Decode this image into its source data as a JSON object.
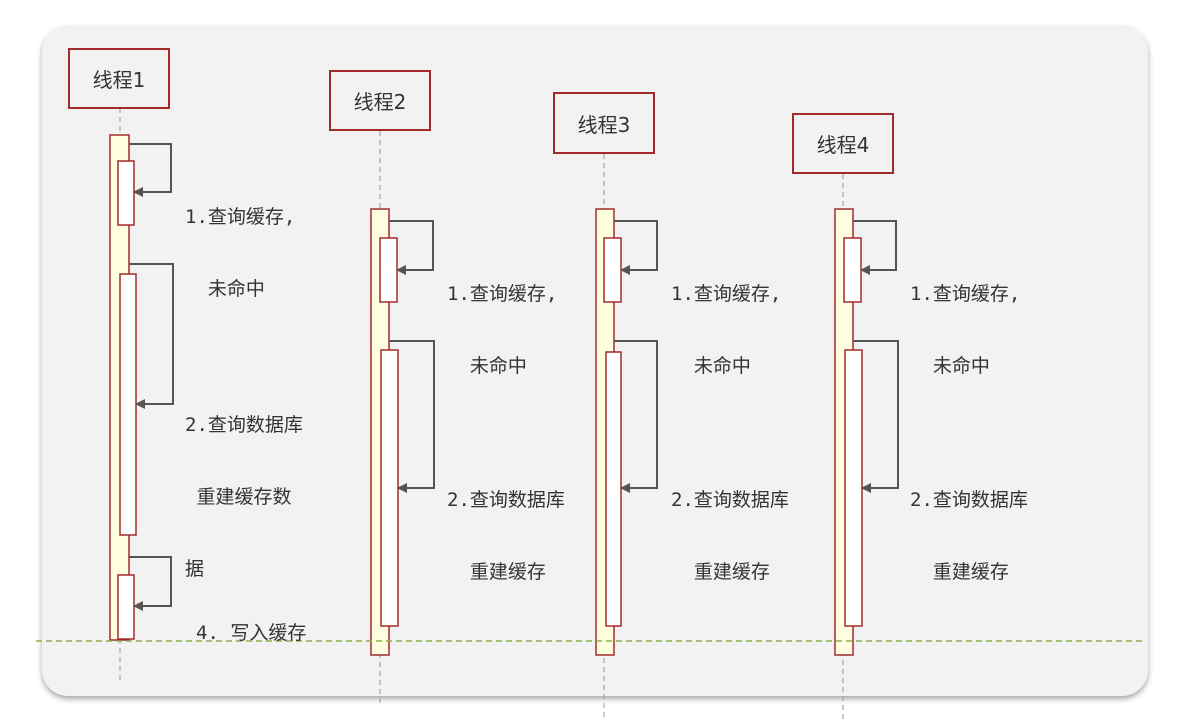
{
  "threads": [
    {
      "name": "线程1"
    },
    {
      "name": "线程2"
    },
    {
      "name": "线程3"
    },
    {
      "name": "线程4"
    }
  ],
  "steps": {
    "t1_cache_miss": [
      "1.查询缓存,",
      "  未命中"
    ],
    "t1_query_db": [
      "2.查询数据库",
      " 重建缓存数",
      "据"
    ],
    "t1_write_cache": [
      "4. 写入缓存"
    ],
    "t2_cache_miss": [
      "1.查询缓存,",
      "  未命中"
    ],
    "t2_query_db": [
      "2.查询数据库",
      "  重建缓存"
    ],
    "t3_cache_miss": [
      "1.查询缓存,",
      "  未命中"
    ],
    "t3_query_db": [
      "2.查询数据库",
      "  重建缓存"
    ],
    "t4_cache_miss": [
      "1.查询缓存,",
      "  未命中"
    ],
    "t4_query_db": [
      "2.查询数据库",
      "  重建缓存"
    ]
  },
  "colors": {
    "box_border": "#a22b2b",
    "activation_fill": "#ffffe0",
    "arrow": "#555555",
    "lifeline": "#a6a6a6",
    "divider": "#8bb04a",
    "panel": "#f2f2f2"
  }
}
